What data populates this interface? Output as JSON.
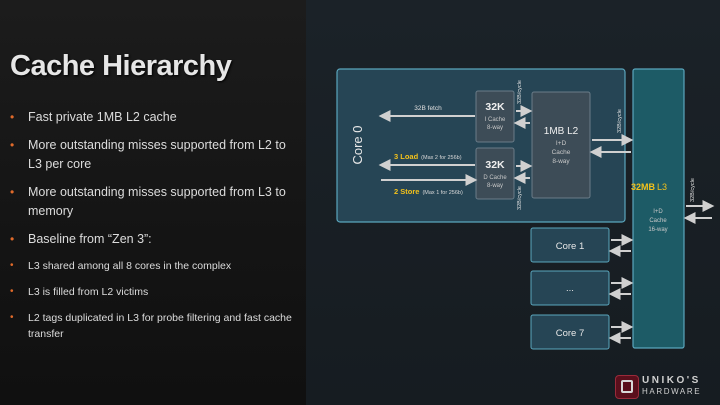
{
  "title": "Cache Hierarchy",
  "bullets": [
    "Fast private 1MB L2 cache",
    "More outstanding misses supported from L2 to L3 per core",
    "More outstanding misses supported from L3 to memory",
    "Baseline from “Zen 3”:"
  ],
  "sub_bullets": [
    "L3 shared among all 8 cores in the complex",
    "L3 is filled from L2 victims",
    "L2 tags duplicated in L3 for probe filtering and fast cache transfer"
  ],
  "diagram": {
    "core0": "Core 0",
    "fetch": "32B fetch",
    "load_n": "3 Load",
    "load_note": "(Max 2 for 256b)",
    "store_n": "2 Store",
    "store_note": "(Max 1 for 256b)",
    "icache": {
      "size": "32K",
      "l1": "I Cache",
      "l2": "8-way"
    },
    "dcache": {
      "size": "32K",
      "l1": "D Cache",
      "l2": "8-way"
    },
    "l2": {
      "size": "1MB L2",
      "l1": "I+D",
      "l2": "Cache",
      "l3": "8-way"
    },
    "l3": {
      "size": "32MB",
      "lvl": "L3",
      "l1": "I+D",
      "l2": "Cache",
      "l3": "16-way"
    },
    "bw": "32B/cycle",
    "core1": "Core 1",
    "ellipsis": "...",
    "core7": "Core 7"
  },
  "logo": {
    "line1": "UNIKO'S",
    "line2": "HARDWARE"
  },
  "colors": {
    "accent": "#e06a2a",
    "highlight": "#f2c11b",
    "box": "#2b4a5c",
    "l3": "#1d5b66",
    "border": "#5aa6bd"
  }
}
